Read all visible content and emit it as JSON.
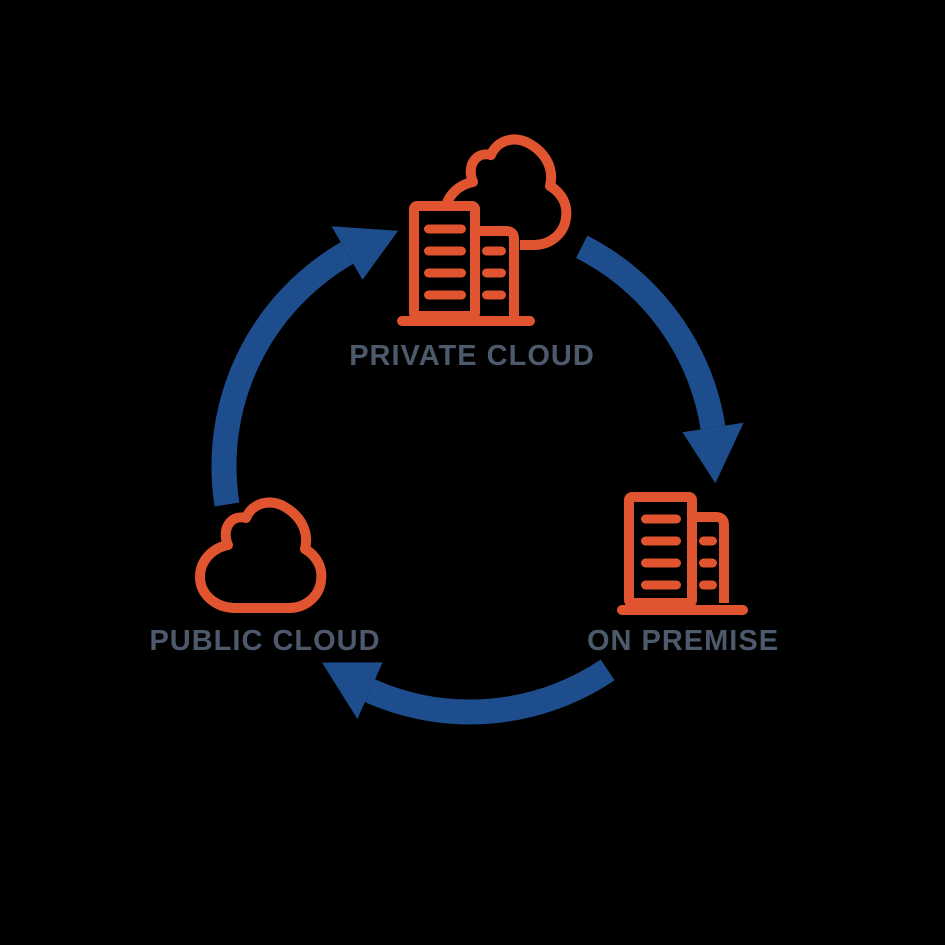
{
  "diagram": {
    "type": "cycle-diagram",
    "topic": "hybrid cloud cycle",
    "nodes": [
      {
        "id": "private-cloud",
        "label": "PRIVATE CLOUD",
        "icon": "building-with-cloud-icon",
        "position": "top"
      },
      {
        "id": "on-premise",
        "label": "ON PREMISE",
        "icon": "building-icon",
        "position": "bottom-right"
      },
      {
        "id": "public-cloud",
        "label": "PUBLIC CLOUD",
        "icon": "cloud-icon",
        "position": "bottom-left"
      }
    ],
    "edges": [
      {
        "from": "private-cloud",
        "to": "on-premise",
        "style": "curved-arrow",
        "direction": "clockwise"
      },
      {
        "from": "on-premise",
        "to": "public-cloud",
        "style": "curved-arrow",
        "direction": "clockwise"
      },
      {
        "from": "public-cloud",
        "to": "private-cloud",
        "style": "curved-arrow",
        "direction": "clockwise"
      }
    ],
    "colors": {
      "background": "#000000",
      "icon_stroke": "#E0552F",
      "arrow_fill": "#1D4D8C",
      "label_text": "#4C5A6B"
    }
  }
}
